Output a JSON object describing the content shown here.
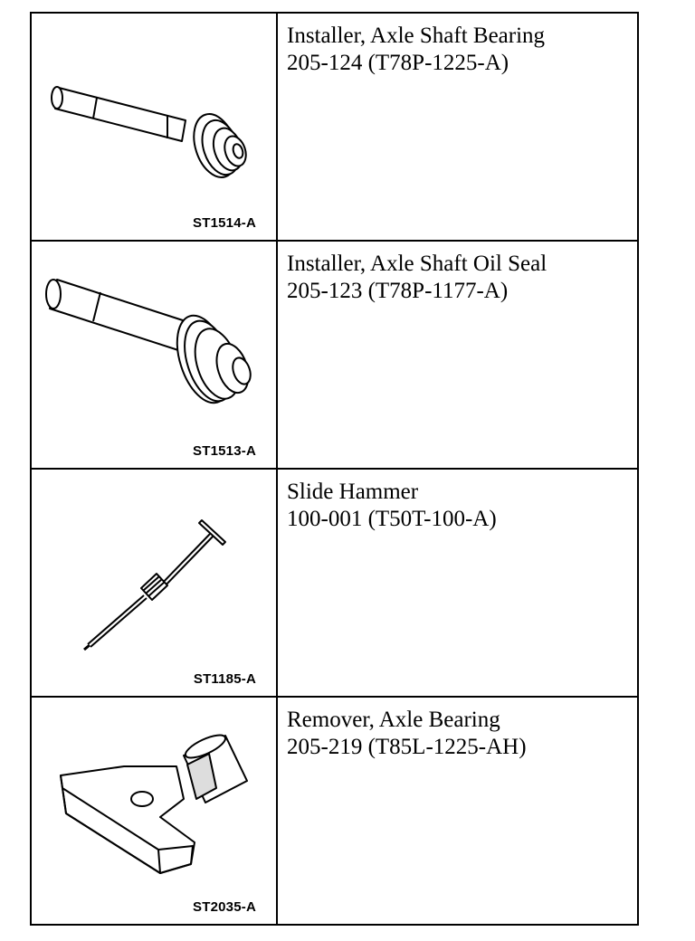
{
  "tools": [
    {
      "code": "ST1514-A",
      "name": "Installer, Axle Shaft Bearing",
      "part_number": "205-124 (T78P-1225-A)",
      "icon": "bearing-installer-icon"
    },
    {
      "code": "ST1513-A",
      "name": "Installer, Axle Shaft Oil Seal",
      "part_number": "205-123 (T78P-1177-A)",
      "icon": "oil-seal-installer-icon"
    },
    {
      "code": "ST1185-A",
      "name": "Slide Hammer",
      "part_number": "100-001 (T50T-100-A)",
      "icon": "slide-hammer-icon"
    },
    {
      "code": "ST2035-A",
      "name": "Remover, Axle Bearing",
      "part_number": "205-219 (T85L-1225-AH)",
      "icon": "bearing-remover-icon"
    }
  ]
}
